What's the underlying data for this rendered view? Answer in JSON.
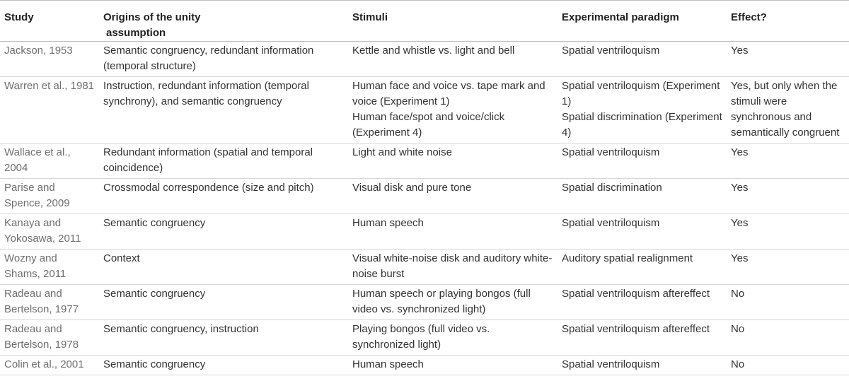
{
  "headers": {
    "study": "Study",
    "origin_line1": "Origins of the unity",
    "origin_line2": "assumption",
    "stimuli": "Stimuli",
    "paradigm": "Experimental paradigm",
    "effect": "Effect?"
  },
  "rows": [
    {
      "study": "Jackson, 1953",
      "origin": "Semantic congruency, redundant information (temporal structure)",
      "stimuli": [
        "Kettle and whistle vs. light and bell"
      ],
      "paradigm": [
        "Spatial ventriloquism"
      ],
      "effect": "Yes"
    },
    {
      "study": "Warren et al., 1981",
      "origin": "Instruction, redundant information (temporal synchrony), and semantic congruency",
      "stimuli": [
        "Human face and voice vs. tape mark and voice (Experiment 1)",
        "Human face/spot and voice/click (Experiment 4)"
      ],
      "paradigm": [
        "Spatial ventriloquism (Experiment 1)",
        "Spatial discrimination (Experiment 4)"
      ],
      "effect": "Yes, but only when the stimuli were synchronous and semantically congruent"
    },
    {
      "study": "Wallace et al., 2004",
      "origin": "Redundant information (spatial and temporal coincidence)",
      "stimuli": [
        "Light and white noise"
      ],
      "paradigm": [
        "Spatial ventriloquism"
      ],
      "effect": "Yes"
    },
    {
      "study": "Parise and Spence, 2009",
      "origin": "Crossmodal correspondence (size and pitch)",
      "stimuli": [
        "Visual disk and pure tone"
      ],
      "paradigm": [
        "Spatial discrimination"
      ],
      "effect": "Yes"
    },
    {
      "study": "Kanaya and Yokosawa, 2011",
      "origin": "Semantic congruency",
      "stimuli": [
        "Human speech"
      ],
      "paradigm": [
        "Spatial ventriloquism"
      ],
      "effect": "Yes"
    },
    {
      "study": "Wozny and Shams, 2011",
      "origin": "Context",
      "stimuli": [
        "Visual white-noise disk and auditory white-noise burst"
      ],
      "paradigm": [
        "Auditory spatial realignment"
      ],
      "effect": "Yes"
    },
    {
      "study": "Radeau and Bertelson, 1977",
      "origin": "Semantic congruency",
      "stimuli": [
        "Human speech or playing bongos (full video vs. synchronized light)"
      ],
      "paradigm": [
        "Spatial ventriloquism aftereffect"
      ],
      "effect": "No"
    },
    {
      "study": "Radeau and Bertelson, 1978",
      "origin": "Semantic congruency, instruction",
      "stimuli": [
        "Playing bongos (full video vs. synchronized light)"
      ],
      "paradigm": [
        "Spatial ventriloquism aftereffect"
      ],
      "effect": "No"
    },
    {
      "study": "Colin et al., 2001",
      "origin": "Semantic congruency",
      "stimuli": [
        "Human speech"
      ],
      "paradigm": [
        "Spatial ventriloquism"
      ],
      "effect": "No"
    }
  ]
}
